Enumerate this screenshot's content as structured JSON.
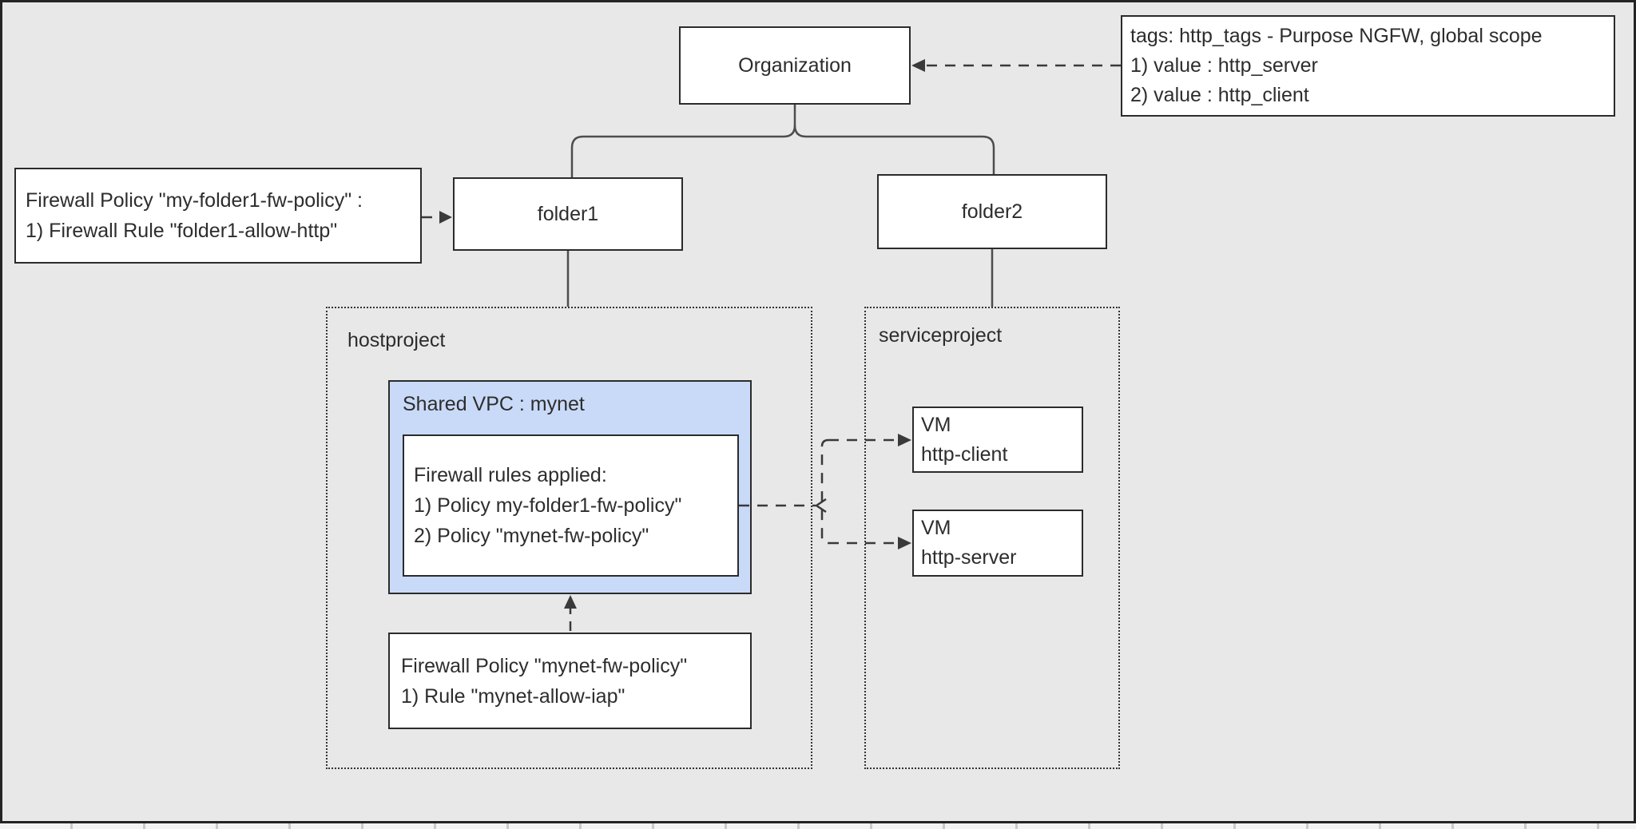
{
  "colors": {
    "canvas-bg": "#e8e8e8",
    "frame-border": "#242424",
    "node-fill": "#ffffff",
    "node-border": "#2b2b2b",
    "vpc-fill": "#c9daf8",
    "text": "#2d2d2d",
    "solid-connector": "#4d4d4d",
    "dashed-connector": "#3a3a3a",
    "dotted-border": "#333333"
  },
  "nodes": {
    "organization": {
      "label": "Organization"
    },
    "folder1": {
      "label": "folder1"
    },
    "folder2": {
      "label": "folder2"
    },
    "hostproject": {
      "label": "hostproject"
    },
    "serviceproject": {
      "label": "serviceproject"
    },
    "shared_vpc": {
      "label": "Shared VPC : mynet"
    },
    "firewall_rules": {
      "lines": [
        "Firewall rules applied:",
        "1) Policy my-folder1-fw-policy\"",
        "2) Policy \"mynet-fw-policy\""
      ]
    },
    "vm_http_client": {
      "lines": [
        "VM",
        "http-client"
      ]
    },
    "vm_http_server": {
      "lines": [
        "VM",
        "http-server"
      ]
    }
  },
  "notes": {
    "org_tags": {
      "lines": [
        "tags: http_tags - Purpose NGFW, global scope",
        "1) value : http_server",
        "2) value : http_client"
      ]
    },
    "folder1_policy": {
      "lines": [
        "Firewall Policy \"my-folder1-fw-policy\" :",
        "1) Firewall Rule \"folder1-allow-http\""
      ]
    },
    "mynet_policy": {
      "lines": [
        "Firewall Policy \"mynet-fw-policy\"",
        "1) Rule \"mynet-allow-iap\""
      ]
    }
  }
}
